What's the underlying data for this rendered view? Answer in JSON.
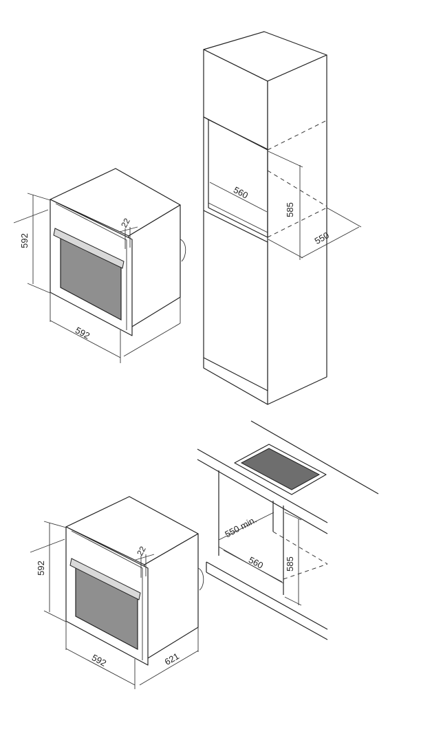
{
  "oven_top": {
    "height_label": "592",
    "width_label": "592",
    "depth_gap_label": "22"
  },
  "tall_cabinet": {
    "width_label": "560",
    "height_label": "585",
    "depth_label": "550"
  },
  "oven_bottom": {
    "height_label": "592",
    "width_label": "592",
    "depth_gap_label": "22",
    "depth_label": "621"
  },
  "under_counter": {
    "depth_min_label": "550 min.",
    "width_label": "560",
    "height_label": "585"
  },
  "colors": {
    "line": "#222222",
    "glass": "#8f8f8f",
    "hob": "#6e6e6e"
  }
}
